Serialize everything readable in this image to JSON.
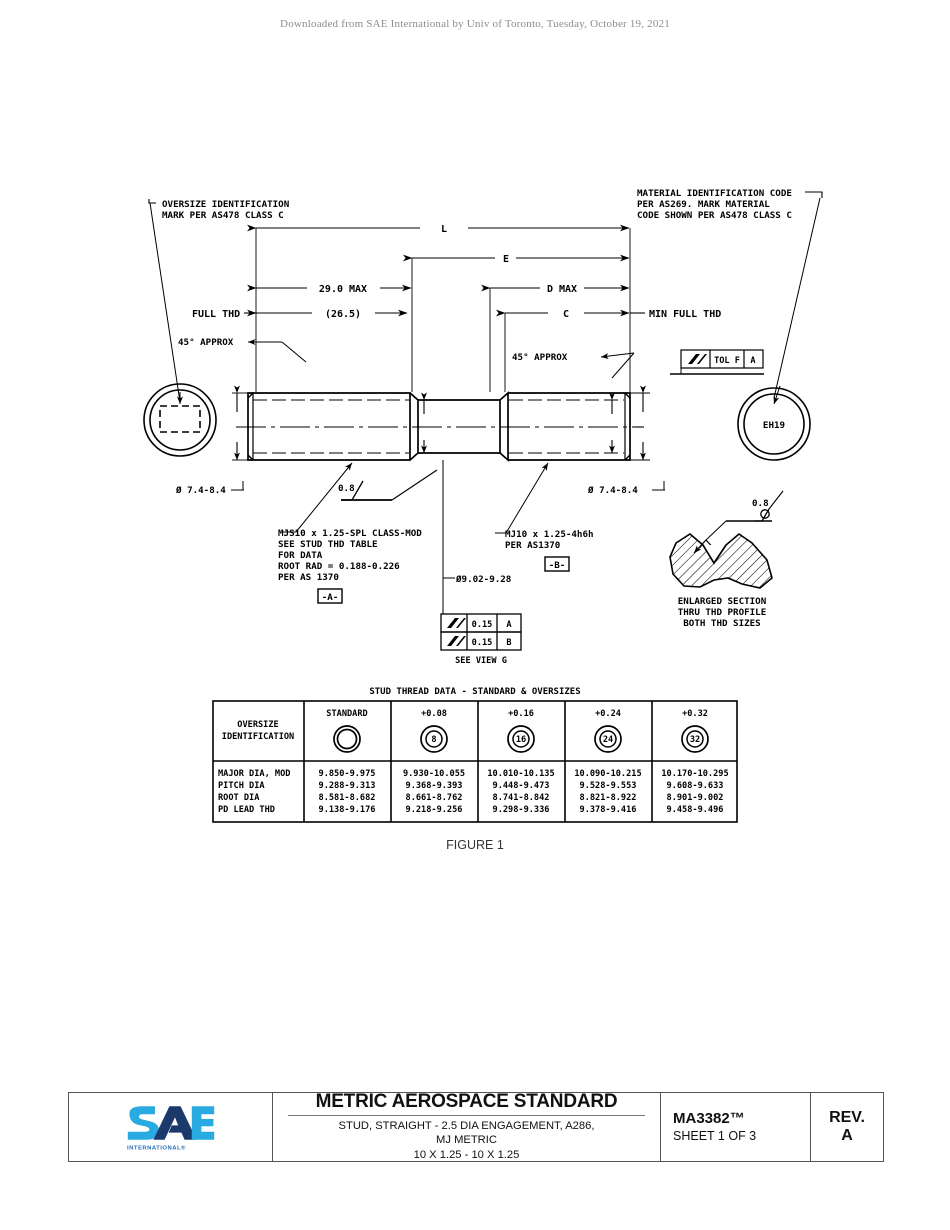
{
  "banner": {
    "text": "Downloaded from SAE International by Univ of Toronto, Tuesday, October 19, 2021"
  },
  "figure": {
    "caption": "FIGURE 1"
  },
  "drawing": {
    "notes": {
      "oversize_id_line1": "OVERSIZE IDENTIFICATION",
      "oversize_id_line2": "MARK PER AS478 CLASS C",
      "material_line1": "MATERIAL IDENTIFICATION CODE",
      "material_line2": "PER AS269.  MARK MATERIAL",
      "material_line3": "CODE SHOWN PER AS478 CLASS C",
      "left_thread_line1": "MJS10 x 1.25-SPL CLASS-MOD",
      "left_thread_line2": "SEE STUD THD TABLE",
      "left_thread_line3": "FOR DATA",
      "left_thread_line4": "ROOT RAD = 0.188-0.226",
      "left_thread_line5": "PER AS 1370",
      "right_thread_line1": "MJ10 x 1.25-4h6h",
      "right_thread_line2": "PER AS1370",
      "enlarged_line1": "ENLARGED SECTION",
      "enlarged_line2": "THRU THD PROFILE",
      "enlarged_line3": "BOTH THD SIZES",
      "see_view_g": "SEE VIEW G"
    },
    "dimensions": {
      "L": "L",
      "E": "E",
      "d_max": "D MAX",
      "C": "C",
      "max_29": "29.0 MAX",
      "paren_265": "(26.5)",
      "full_thd": "FULL THD",
      "min_full_thd": "MIN FULL THD",
      "angle_left": "45° APPROX",
      "angle_right": "45° APPROX",
      "chamfer_left": "Ø 7.4-8.4",
      "chamfer_right": "Ø 7.4-8.4",
      "shank_dia": "Ø9.02-9.28",
      "finish_body": "0.8",
      "finish_section": "0.8"
    },
    "datums": {
      "a": "-A-",
      "b": "-B-"
    },
    "end_marks": {
      "material_code": "EH19"
    },
    "fcf": {
      "tol_f": {
        "tol": "TOL F",
        "datum": "A"
      },
      "row1": {
        "tol": "0.15",
        "datum": "A"
      },
      "row2": {
        "tol": "0.15",
        "datum": "B"
      }
    }
  },
  "stud_thread_table": {
    "title": "STUD THREAD DATA - STANDARD & OVERSIZES",
    "row_header_line1": "OVERSIZE",
    "row_header_line2": "IDENTIFICATION",
    "columns": [
      {
        "label": "STANDARD",
        "mark": ""
      },
      {
        "label": "+0.08",
        "mark": "8"
      },
      {
        "label": "+0.16",
        "mark": "16"
      },
      {
        "label": "+0.24",
        "mark": "24"
      },
      {
        "label": "+0.32",
        "mark": "32"
      }
    ],
    "row_labels": [
      "MAJOR DIA, MOD",
      "PITCH DIA",
      "ROOT DIA",
      "PD LEAD THD"
    ],
    "rows": [
      [
        "9.850-9.975",
        "9.930-10.055",
        "10.010-10.135",
        "10.090-10.215",
        "10.170-10.295"
      ],
      [
        "9.288-9.313",
        "9.368-9.393",
        "9.448-9.473",
        "9.528-9.553",
        "9.608-9.633"
      ],
      [
        "8.581-8.682",
        "8.661-8.762",
        "8.741-8.842",
        "8.821-8.922",
        "8.901-9.002"
      ],
      [
        "9.138-9.176",
        "9.218-9.256",
        "9.298-9.336",
        "9.378-9.416",
        "9.458-9.496"
      ]
    ]
  },
  "title_block": {
    "standard_type": "METRIC AEROSPACE STANDARD",
    "description_line1": "STUD, STRAIGHT - 2.5 DIA ENGAGEMENT, A286,",
    "description_line2": "MJ METRIC",
    "description_line3": "10 X 1.25 - 10 X 1.25",
    "doc_number": "MA3382™",
    "sheet": "SHEET 1 OF 3",
    "rev_label": "REV.",
    "rev_value": "A",
    "logo_text": "SAE",
    "logo_sub": "INTERNATIONAL®"
  },
  "colors": {
    "logo_light": "#29abe2",
    "logo_dark": "#1b3a6b",
    "line": "#000000",
    "banner_text": "#8d8d8d"
  }
}
